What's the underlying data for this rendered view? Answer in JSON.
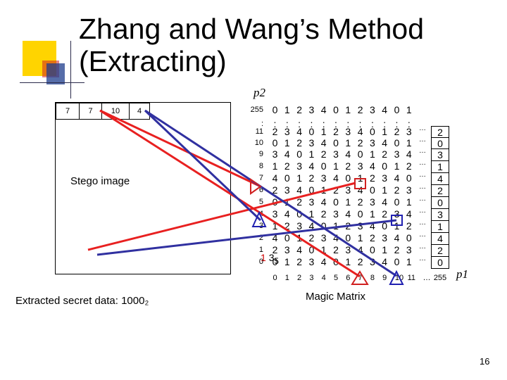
{
  "title": "Zhang and Wang’s Method\n(Extracting)",
  "labels": {
    "p2": "p2",
    "p1": "p1",
    "stego_image": "Stego image",
    "extracted_secret_data": "Extracted secret data: 1000₂",
    "magic_matrix": "Magic Matrix",
    "page_number": "16"
  },
  "stego_pixels": [
    "7",
    "7",
    "10",
    "4"
  ],
  "pixel_values": {
    "first": "1",
    "second": "3",
    "subscript": "5"
  },
  "magic_matrix": {
    "row_labels": [
      "255",
      ":",
      "11",
      "10",
      "9",
      "8",
      "7",
      "6",
      "5",
      "4",
      "3",
      "2",
      "1",
      "0"
    ],
    "col_labels": [
      "0",
      "1",
      "2",
      "3",
      "4",
      "5",
      "6",
      "7",
      "8",
      "9",
      "10",
      "11",
      "…",
      "255"
    ],
    "columns": [
      [
        "0",
        ":",
        "2",
        "0",
        "3",
        "1",
        "4",
        "2",
        "0",
        "3",
        "1",
        "4",
        "2",
        "0"
      ],
      [
        "1",
        ":",
        "3",
        "1",
        "4",
        "2",
        "0",
        "3",
        "1",
        "4",
        "2",
        "0",
        "3",
        "1"
      ],
      [
        "2",
        ":",
        "4",
        "2",
        "0",
        "3",
        "1",
        "4",
        "2",
        "0",
        "3",
        "1",
        "4",
        "2"
      ],
      [
        "3",
        ":",
        "0",
        "3",
        "1",
        "4",
        "2",
        "0",
        "3",
        "1",
        "4",
        "2",
        "0",
        "3"
      ],
      [
        "4",
        ":",
        "1",
        "4",
        "2",
        "0",
        "3",
        "1",
        "4",
        "2",
        "0",
        "3",
        "1",
        "4"
      ],
      [
        "0",
        ":",
        "2",
        "0",
        "3",
        "1",
        "4",
        "2",
        "0",
        "3",
        "1",
        "4",
        "2",
        "0"
      ],
      [
        "1",
        ":",
        "3",
        "1",
        "4",
        "2",
        "0",
        "3",
        "1",
        "4",
        "2",
        "0",
        "3",
        "1"
      ],
      [
        "2",
        ":",
        "4",
        "2",
        "0",
        "3",
        "1",
        "4",
        "2",
        "0",
        "3",
        "1",
        "4",
        "2"
      ],
      [
        "3",
        ":",
        "0",
        "3",
        "1",
        "4",
        "2",
        "0",
        "3",
        "1",
        "4",
        "2",
        "0",
        "3"
      ],
      [
        "4",
        ":",
        "1",
        "4",
        "2",
        "0",
        "3",
        "1",
        "4",
        "2",
        "0",
        "3",
        "1",
        "4"
      ],
      [
        "0",
        ":",
        "2",
        "0",
        "3",
        "1",
        "4",
        "2",
        "0",
        "3",
        "1",
        "4",
        "2",
        "0"
      ],
      [
        "1",
        ":",
        "3",
        "1",
        "4",
        "2",
        "0",
        "3",
        "1",
        "4",
        "2",
        "0",
        "3",
        "1"
      ]
    ],
    "ellipsis_column": [
      "…",
      "…",
      "…",
      "…",
      "…",
      "…",
      "…",
      "…",
      "…",
      "…",
      "…",
      "…"
    ],
    "last_column": [
      "2",
      "0",
      "3",
      "1",
      "4",
      "2",
      "0",
      "3",
      "1",
      "4",
      "2",
      "0"
    ]
  },
  "colors": {
    "arrow_red": "#e82020",
    "arrow_blue": "#3030a0",
    "highlight_blue": "#2020b0",
    "deco_yellow": "#ffd400",
    "deco_blue": "#1e3c8c",
    "deco_red": "#d02020",
    "value_red": "#d00000"
  }
}
